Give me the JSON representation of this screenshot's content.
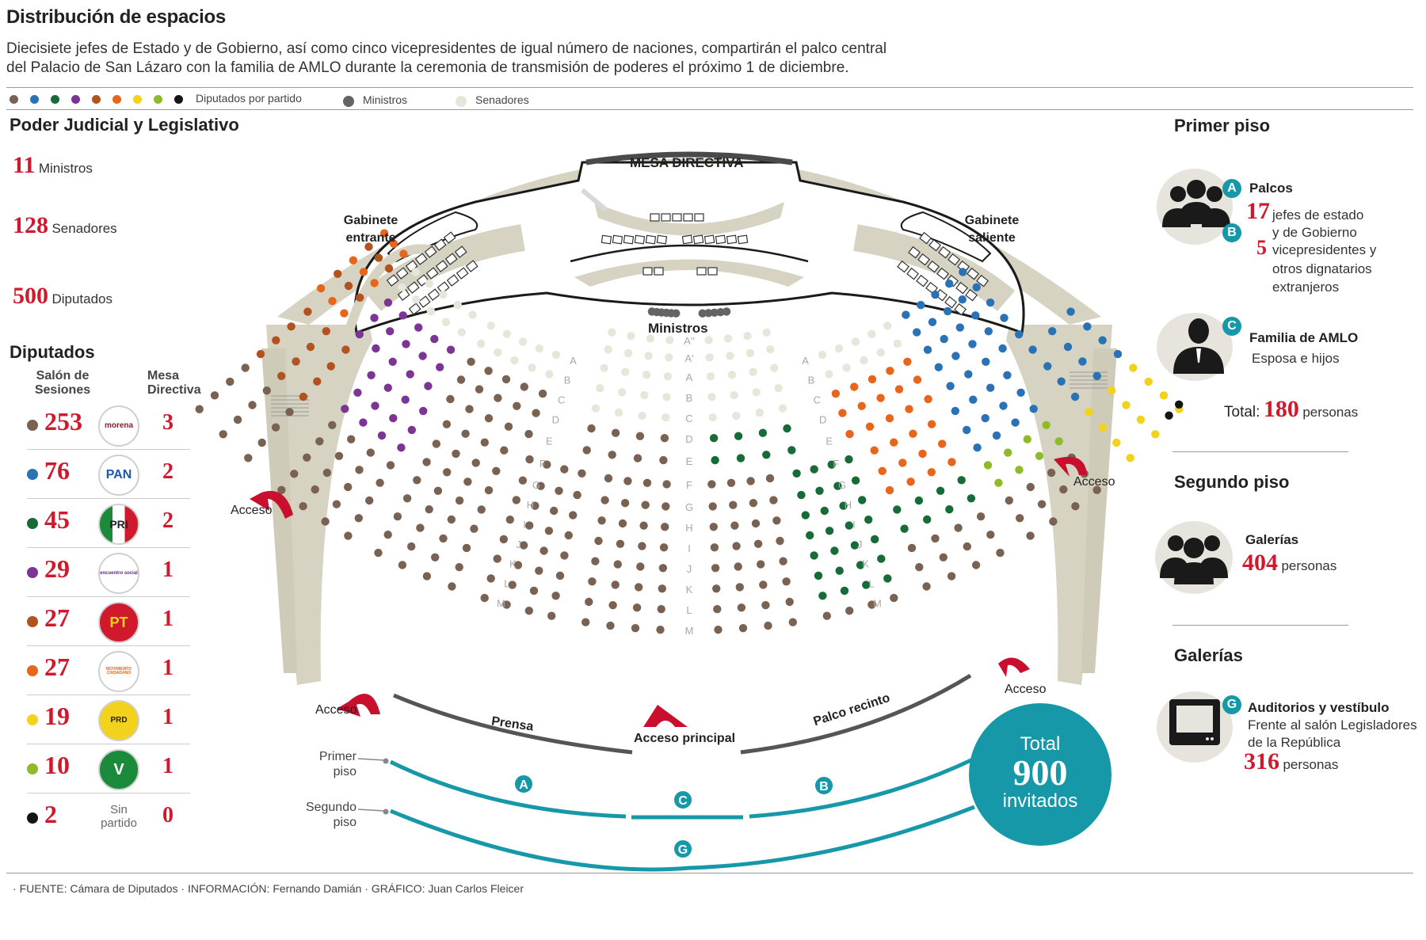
{
  "header": {
    "title": "Distribución de espacios",
    "subtitle": "Diecisiete jefes de Estado y de Gobierno, así como cinco vicepresidentes de igual número de naciones, compartirán el palco central del Palacio de San Lázaro con la familia de AMLO durante la ceremonia de transmisión de poderes el próximo 1 de diciembre."
  },
  "legend": {
    "colors": [
      "#7a6252",
      "#2872b5",
      "#166b37",
      "#7c3594",
      "#b2531f",
      "#e8661c",
      "#f2d21d",
      "#8fbb2b",
      "#151515"
    ],
    "diputados_label": "Diputados por partido",
    "ministros_label": "Ministros",
    "ministros_color": "#646464",
    "senadores_label": "Senadores",
    "senadores_color": "#e8e5da"
  },
  "left": {
    "section_title": "Poder Judicial y Legislativo",
    "totals": [
      {
        "value": "11",
        "label": "Ministros"
      },
      {
        "value": "128",
        "label": "Senadores"
      },
      {
        "value": "500",
        "label": "Diputados"
      }
    ],
    "diputados_title": "Diputados",
    "col_salon": "Salón de Sesiones",
    "col_mesa": "Mesa Directiva",
    "parties": [
      {
        "salon": "253",
        "mesa": "3",
        "color": "#7a6252",
        "logo": "morena"
      },
      {
        "salon": "76",
        "mesa": "2",
        "color": "#2872b5",
        "logo": "PAN"
      },
      {
        "salon": "45",
        "mesa": "2",
        "color": "#166b37",
        "logo": "PRI"
      },
      {
        "salon": "29",
        "mesa": "1",
        "color": "#7c3594",
        "logo": "encuentro social"
      },
      {
        "salon": "27",
        "mesa": "1",
        "color": "#b2531f",
        "logo": "PT"
      },
      {
        "salon": "27",
        "mesa": "1",
        "color": "#e8661c",
        "logo": "MOVIMIENTO CIUDADANO"
      },
      {
        "salon": "19",
        "mesa": "1",
        "color": "#f2d21d",
        "logo": "PRD"
      },
      {
        "salon": "10",
        "mesa": "1",
        "color": "#8fbb2b",
        "logo": "V"
      },
      {
        "salon": "2",
        "mesa": "0",
        "color": "#151515",
        "logo": "Sin partido"
      }
    ]
  },
  "diagram": {
    "mesa_directiva": "MESA DIRECTIVA",
    "gabinete_entrante": "Gabinete entrante",
    "gabinete_saliente": "Gabinete saliente",
    "ministros": "Ministros",
    "acceso": "Acceso",
    "acceso_principal": "Acceso principal",
    "prensa": "Prensa",
    "palco_recinto": "Palco recinto",
    "primer_piso": "Primer piso",
    "segundo_piso": "Segundo piso",
    "center_rows": [
      "A''",
      "A'",
      "A",
      "B",
      "C",
      "D",
      "E",
      "F",
      "G",
      "H",
      "I",
      "J",
      "K",
      "L",
      "M"
    ],
    "side_rows": [
      "A",
      "B",
      "C",
      "D",
      "E",
      "F",
      "G",
      "H",
      "I",
      "J",
      "K",
      "L",
      "M"
    ],
    "floor_markers": [
      "A",
      "C",
      "B",
      "G"
    ],
    "total_label": "Total",
    "total_value": "900",
    "total_sub": "invitados"
  },
  "right": {
    "primer_piso": "Primer piso",
    "palcos_title": "Palcos",
    "palcos_n1": "17",
    "palcos_t1a": "jefes de estado",
    "palcos_t1b": "y de Gobierno",
    "palcos_n2": "5",
    "palcos_t2a": "vicepresidentes y",
    "palcos_t2b": "otros dignatarios",
    "palcos_t2c": "extranjeros",
    "familia_title": "Familia de AMLO",
    "familia_sub": "Esposa e hijos",
    "total_label": "Total:",
    "total_value": "180",
    "total_unit": "personas",
    "segundo_piso": "Segundo piso",
    "galerias_title": "Galerías",
    "galerias_value": "404",
    "galerias_unit": "personas",
    "galerias_h": "Galerías",
    "aud_title": "Auditorios y vestíbulo",
    "aud_l1": "Frente al salón Legisladores",
    "aud_l2": "de la República",
    "aud_value": "316",
    "aud_unit": "personas",
    "markers": [
      "A",
      "B",
      "C",
      "G"
    ]
  },
  "footer": {
    "fuente_label": "FUENTE:",
    "fuente": "Cámara de Diputados",
    "info_label": "INFORMACIÓN:",
    "info": "Fernando Damián",
    "grafico_label": "GRÁFICO:",
    "grafico": "Juan Carlos Fleicer"
  }
}
